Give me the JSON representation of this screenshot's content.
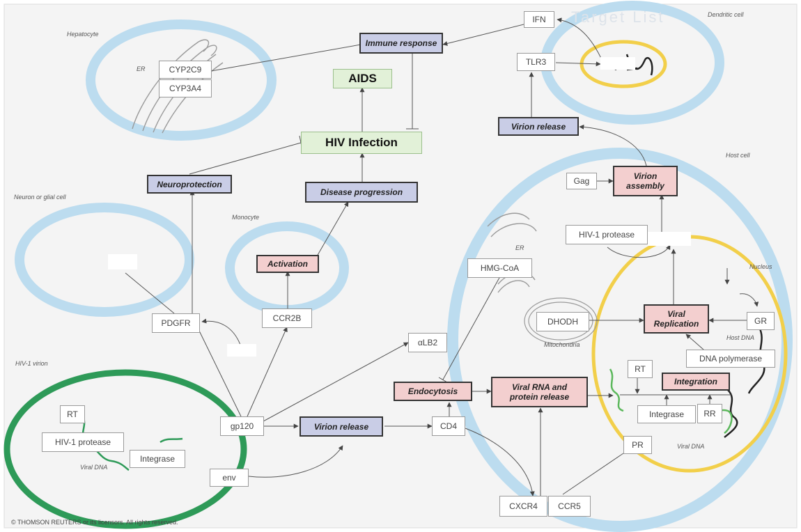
{
  "copyright": "© THOMSON REUTERS  or its licensors. All rights reserved.",
  "watermark": "Target List",
  "compartments": {
    "hepatocyte": "Hepatocyte",
    "er_hep": "ER",
    "dendritic": "Dendritic cell",
    "neuron": "Neuron or glial cell",
    "monocyte": "Monocyte",
    "host": "Host cell",
    "er_host": "ER",
    "nucleus": "Nucleus",
    "mito": "Mitochondria",
    "host_dna": "Host DNA",
    "viral_dna_host": "Viral DNA",
    "hiv_virion": "HIV-1 virion",
    "viral_dna_virion": "Viral DNA"
  },
  "molecules": {
    "ifn": "IFN",
    "tlr3": "TLR3",
    "cyp2c9": "CYP2C9",
    "cyp3a4": "CYP3A4",
    "gag": "Gag",
    "hiv1_protease_host": "HIV-1 protease",
    "hmgcoa": "HMG-CoA",
    "pdgfr": "PDGFR",
    "ccr2b": "CCR2B",
    "alb2": "αLB2",
    "dhodh": "DHODH",
    "gr": "GR",
    "dna_polymerase": "DNA polymerase",
    "rt_host": "RT",
    "integrase_host": "Integrase",
    "rr": "RR",
    "pr": "PR",
    "gp120": "gp120",
    "cd4": "CD4",
    "env": "env",
    "cxcr4": "CXCR4",
    "ccr5": "CCR5",
    "rt_virion": "RT",
    "hiv1_protease_virion": "HIV-1 protease",
    "integrase_virion": "Integrase"
  },
  "processes": {
    "immune_response": "Immune response",
    "aids": "AIDS",
    "hiv_infection": "HIV Infection",
    "virion_release_top": "Virion release",
    "neuroprotection": "Neuroprotection",
    "disease_progression": "Disease progression",
    "virion_assembly_1": "Virion",
    "virion_assembly_2": "assembly",
    "activation": "Activation",
    "viral_replication_1": "Viral",
    "viral_replication_2": "Replication",
    "integration": "Integration",
    "endocytosis": "Endocytosis",
    "viral_rna_1": "Viral RNA and",
    "viral_rna_2": "protein release",
    "virion_release_bottom": "Virion release"
  },
  "colors": {
    "membrane_blue": "#bcdcef",
    "nucleus_yellow": "#f2cf4a",
    "virion_green": "#2e9a58",
    "process_blue": "#c9cde6",
    "process_pink": "#f3cfcf",
    "outcome_green": "#e2f1d8"
  }
}
